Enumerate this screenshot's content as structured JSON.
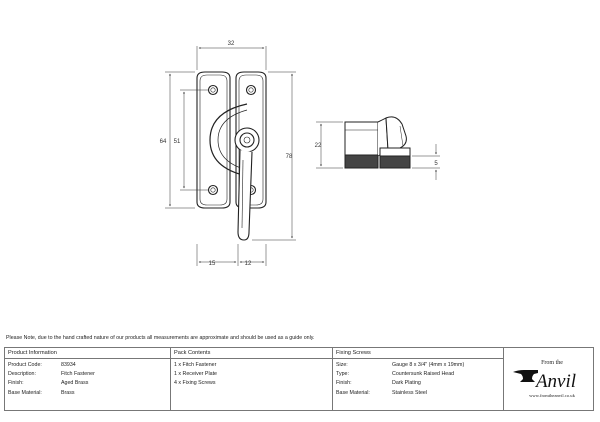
{
  "dimensions": {
    "width_top": "32",
    "height_outer": "64",
    "height_inner": "51",
    "height_total": "78",
    "width_bottom_left": "15",
    "width_bottom_right": "12",
    "side_height": "22",
    "side_small": "5"
  },
  "note": "Please Note, due to the hand crafted nature of our products all measurements are approximate and should be used as a guide only.",
  "product_information": {
    "heading": "Product Information",
    "rows": [
      {
        "label": "Product Code:",
        "value": "83934"
      },
      {
        "label": "Description:",
        "value": "Fitch Fastener"
      },
      {
        "label": "Finish:",
        "value": "Aged Brass"
      },
      {
        "label": "Base Material:",
        "value": "Brass"
      }
    ]
  },
  "pack_contents": {
    "heading": "Pack Contents",
    "items": [
      "1 x Fitch Fastener",
      "1 x Receiver Plate",
      "4 x Fixing Screws"
    ]
  },
  "fixing_screws": {
    "heading": "Fixing Screws",
    "rows": [
      {
        "label": "Size:",
        "value": "Gauge 8 x 3/4\" (4mm x 19mm)"
      },
      {
        "label": "Type:",
        "value": "Countersunk Raised Head"
      },
      {
        "label": "Finish:",
        "value": "Dark Plating"
      },
      {
        "label": "Base Material:",
        "value": "Stainless Steel"
      }
    ]
  },
  "logo": {
    "from_the": "From the",
    "name": "Anvil",
    "url": "www.fromtheanvil.co.uk"
  }
}
